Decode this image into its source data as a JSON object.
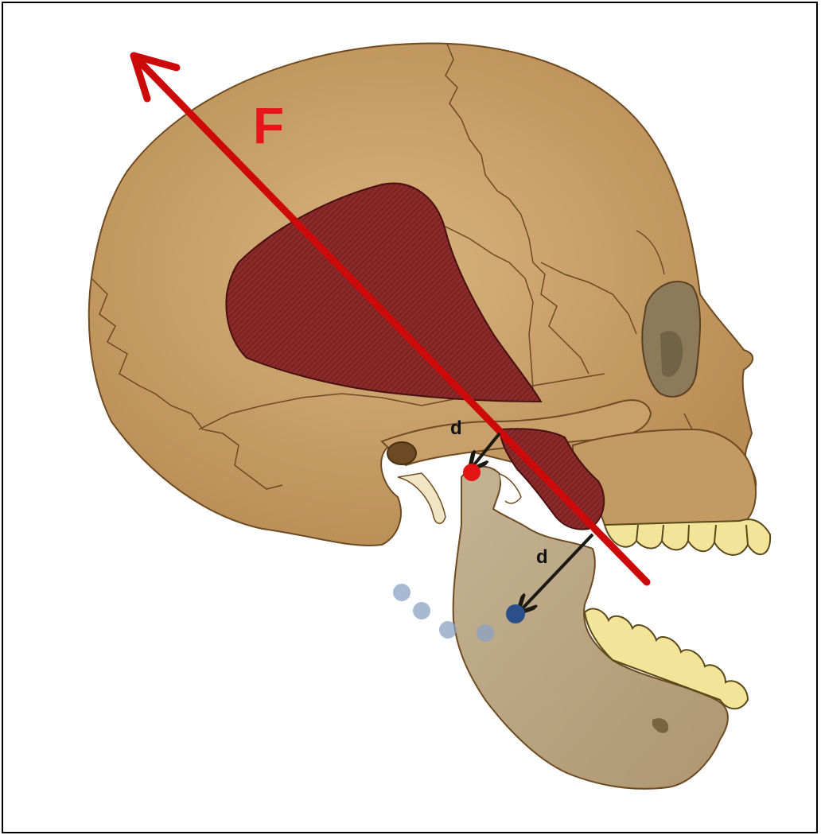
{
  "labels": {
    "force": "F",
    "distance_upper": "d",
    "distance_lower": "d"
  },
  "colors": {
    "bone": "#c9a06a",
    "bone_shadow": "#a9814f",
    "bone_outline": "#6e4b22",
    "suture": "#6b4a24",
    "mandible": "#b9a584",
    "muscle": "#8a2a2a",
    "muscle_stripe": "#6e1c1c",
    "force_arrow": "#cc0a0a",
    "moment_arrow": "#1a1a12",
    "pivot_upper": "#e41414",
    "pivot_lower": "#2a4f8a",
    "trail_dots": "#8ba3c4",
    "teeth": "#f3e49a",
    "teeth_outline": "#5a4a1a"
  },
  "icons": {
    "force": "force-arrow-icon",
    "moment_arm": "moment-arm-arrow-icon",
    "pivot": "pivot-point-icon"
  }
}
